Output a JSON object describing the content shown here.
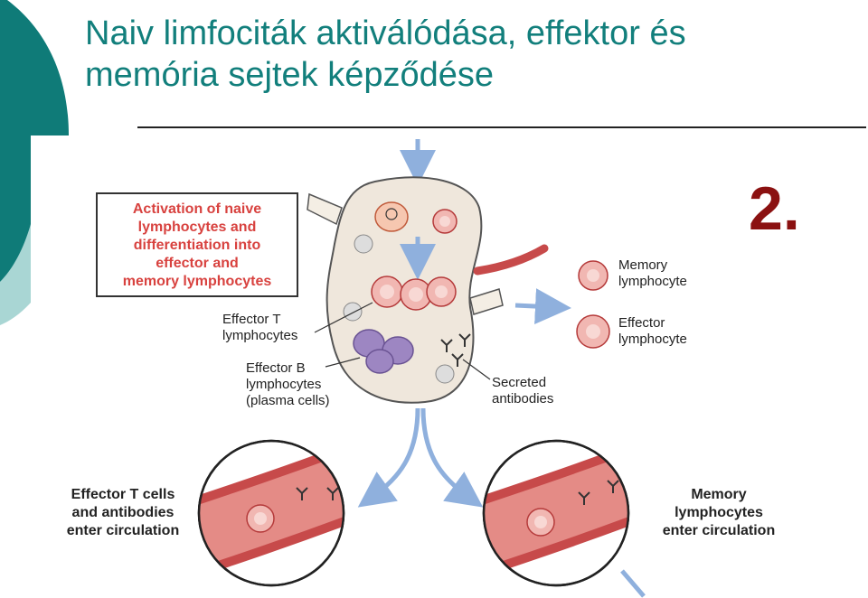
{
  "slide": {
    "title_line1": "Naiv limfociták aktiválódása, effektor és",
    "title_line2": "memória sejtek képződése",
    "slide_number": "2."
  },
  "figure": {
    "box_lines": [
      "Activation of naive",
      "lymphocytes and",
      "differentiation into",
      "effector and",
      "memory lymphocytes"
    ],
    "effector_t_lines": [
      "Effector T",
      "lymphocytes"
    ],
    "effector_b_lines": [
      "Effector B",
      "lymphocytes",
      "(plasma cells)"
    ],
    "secreted_lines": [
      "Secreted",
      "antibodies"
    ],
    "memory_lines": [
      "Memory",
      "lymphocyte"
    ],
    "effector_lines": [
      "Effector",
      "lymphocyte"
    ],
    "left_caption_lines": [
      "Effector  T cells",
      "and antibodies",
      "enter circulation"
    ],
    "right_caption_lines": [
      "Memory",
      "lymphocytes",
      "enter circulation"
    ]
  },
  "colors": {
    "title": "#127f7c",
    "teal_shape": "#0f7b78",
    "light_teal_shape": "#a9d6d4",
    "slide_number": "#8b1111",
    "box_text": "#d8423f",
    "node_fill": "#efe7dc",
    "vessel": "#c74a4a",
    "arrow": "#8fb0dd",
    "cell": "#f1b7b2",
    "plasma": "#9d86c2"
  }
}
